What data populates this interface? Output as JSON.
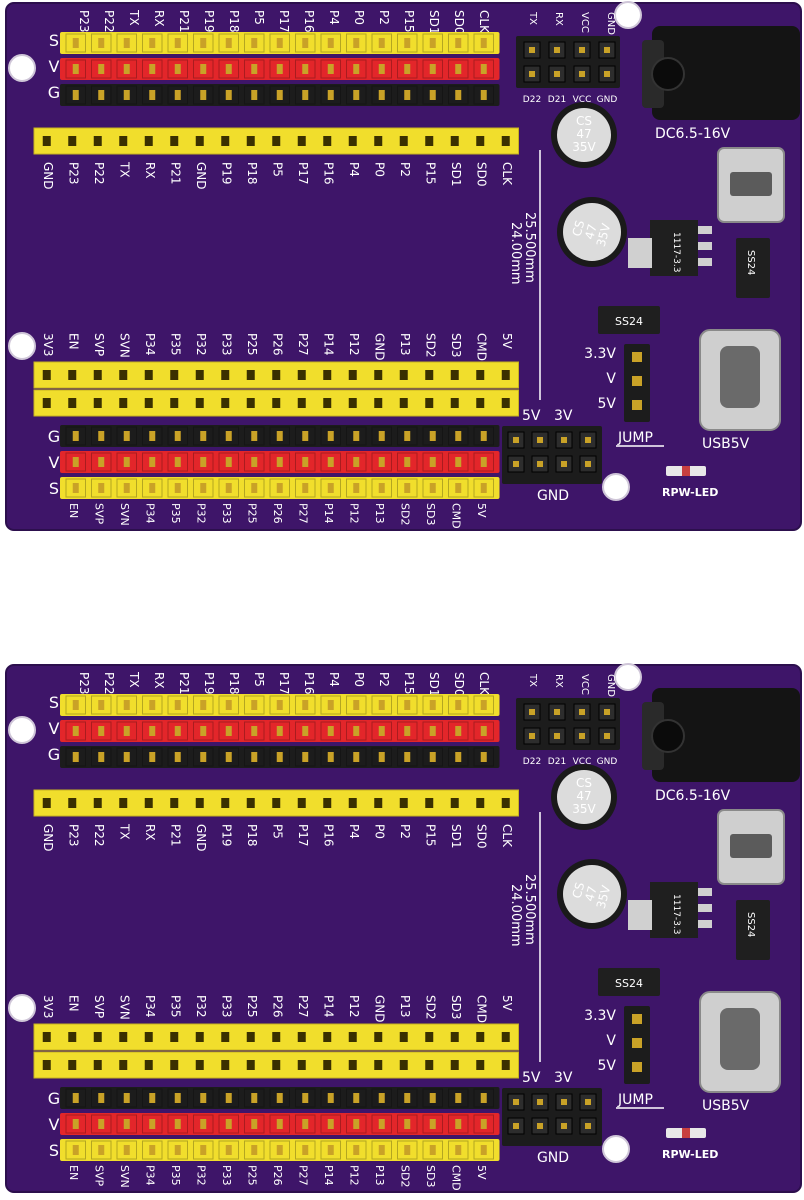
{
  "colors": {
    "pcb": "#3e1569",
    "pcb_edge": "#2c0f4d",
    "silk": "#ffffff",
    "header_yellow": "#f1de2c",
    "header_red": "#e3262a",
    "header_black": "#1c1c1c",
    "pin_gold": "#c9a227",
    "background": "#ffffff"
  },
  "board": {
    "top_row_labels": [
      "P23",
      "P22",
      "TX",
      "RX",
      "P21",
      "P19",
      "P18",
      "P5",
      "P17",
      "P16",
      "P4",
      "P0",
      "P2",
      "P15",
      "SD1",
      "SD0",
      "CLK"
    ],
    "row_markers": [
      "S",
      "V",
      "G"
    ],
    "top_female_labels": [
      "GND",
      "P23",
      "P22",
      "TX",
      "RX",
      "P21",
      "GND",
      "P19",
      "P18",
      "P5",
      "P17",
      "P16",
      "P4",
      "P0",
      "P2",
      "P15",
      "SD1",
      "SD0",
      "CLK"
    ],
    "bottom_female_labels": [
      "3V3",
      "EN",
      "SVP",
      "SVN",
      "P34",
      "P35",
      "P32",
      "P33",
      "P25",
      "P26",
      "P27",
      "P14",
      "P12",
      "GND",
      "P13",
      "SD2",
      "SD3",
      "CMD",
      "5V"
    ],
    "bottom_row_labels": [
      "EN",
      "SVP",
      "SVN",
      "P34",
      "P35",
      "P32",
      "P33",
      "P25",
      "P26",
      "P27",
      "P14",
      "P12",
      "P13",
      "SD2",
      "SD3",
      "CMD",
      "5V"
    ],
    "bottom_markers": [
      "G",
      "V",
      "S"
    ],
    "small_header_top": [
      "TX",
      "RX",
      "VCC",
      "GND"
    ],
    "small_header_bottom": [
      "D22",
      "D21",
      "VCC",
      "GND"
    ],
    "dimension_outer": "25.500mm",
    "dimension_inner": "24.00mm",
    "capacitor_lines": [
      "CS",
      "47",
      "35V"
    ],
    "dc_label": "DC6.5-16V",
    "voltage_labels": [
      "3.3V",
      "V",
      "5V"
    ],
    "jump_label": "JUMP",
    "usb_label": "USB5V",
    "led_label": "RPW-LED",
    "diode_label": "SS24",
    "gnd_block_labels": [
      "5V",
      "3V"
    ],
    "gnd_label": "GND",
    "regulator_label": "1117-3.3"
  }
}
